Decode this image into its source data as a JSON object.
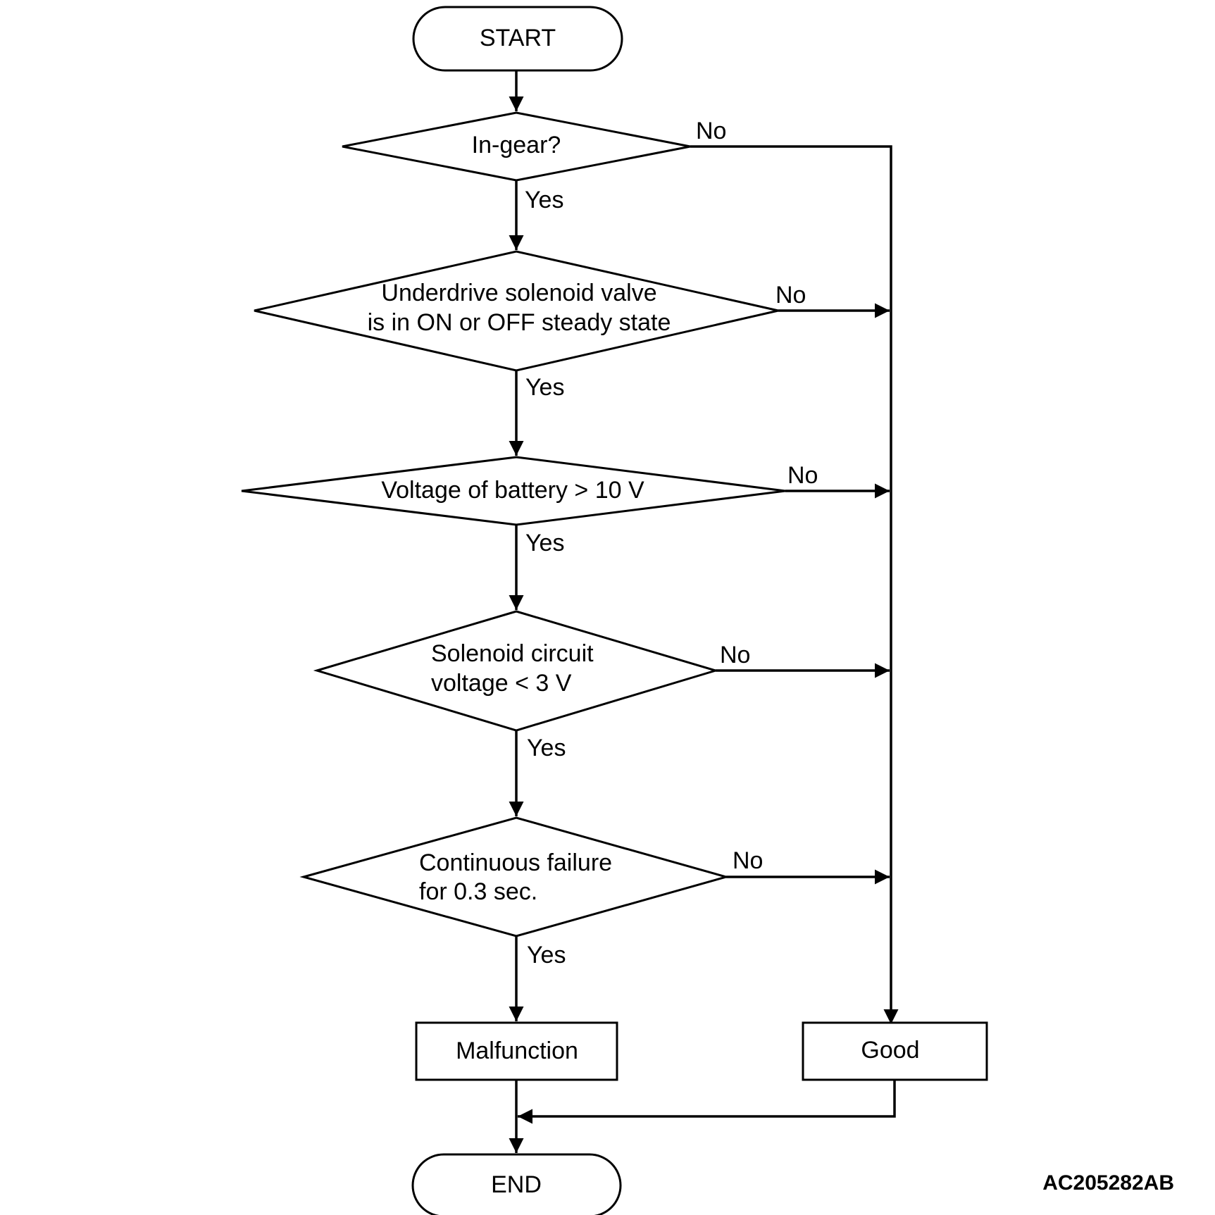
{
  "nodes": {
    "start": "START",
    "d1": [
      "In-gear?"
    ],
    "d2": [
      "Underdrive solenoid valve",
      "is in ON or OFF steady state"
    ],
    "d3": [
      "Voltage of battery > 10 V"
    ],
    "d4": [
      "Solenoid circuit",
      "voltage < 3 V"
    ],
    "d5": [
      "Continuous failure",
      "for 0.3 sec."
    ],
    "malfunction": "Malfunction",
    "good": "Good",
    "end": "END"
  },
  "edge_labels": {
    "yes": "Yes",
    "no": "No"
  },
  "figure_code": "AC205282AB"
}
